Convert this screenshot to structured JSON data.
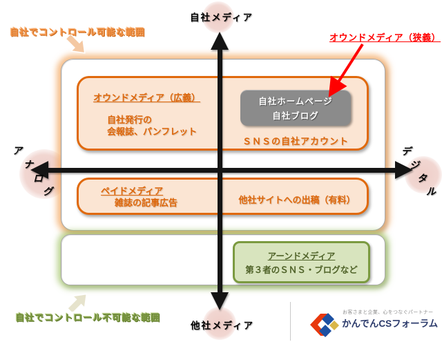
{
  "figure": {
    "axis": {
      "top": "自社メディア",
      "bottom": "他社メディア",
      "left": "アナログ",
      "right": "デジタル"
    },
    "annotations": {
      "controllable": "自社でコントロール可能な範囲",
      "uncontrollable": "自社でコントロール不可能な範囲",
      "owned_media_narrow": "オウンドメディア（狭義）"
    },
    "owned_broad": {
      "title": "オウンドメディア（広義）",
      "line1": "自社発行の",
      "line2": "会報誌、パンフレット"
    },
    "own_site": {
      "line1": "自社ホームページ",
      "line2": "自社ブログ"
    },
    "sns_account": "ＳＮＳの自社アカウント",
    "paid": {
      "title": "ペイドメディア",
      "line1": "雑誌の記事広告"
    },
    "paid_right": "他社サイトへの出稿（有料）",
    "earned": {
      "title": "アーンドメディア",
      "line1": "第３者のＳＮＳ・ブログなど"
    }
  },
  "logo": {
    "tagline": "お客さまと企業、心をつなぐパートナー",
    "name": "かんでんCSフォーラム"
  },
  "colors": {
    "orange_border": "#E0690B",
    "orange_fill": "#FBE5D3",
    "green_border": "#7B9A40",
    "green_fill": "#D8E4BE",
    "green_text": "#4F6228",
    "gray_box": "#8B8B8B",
    "red": "#FF0000",
    "logo_navy": "#2B3A6B"
  }
}
